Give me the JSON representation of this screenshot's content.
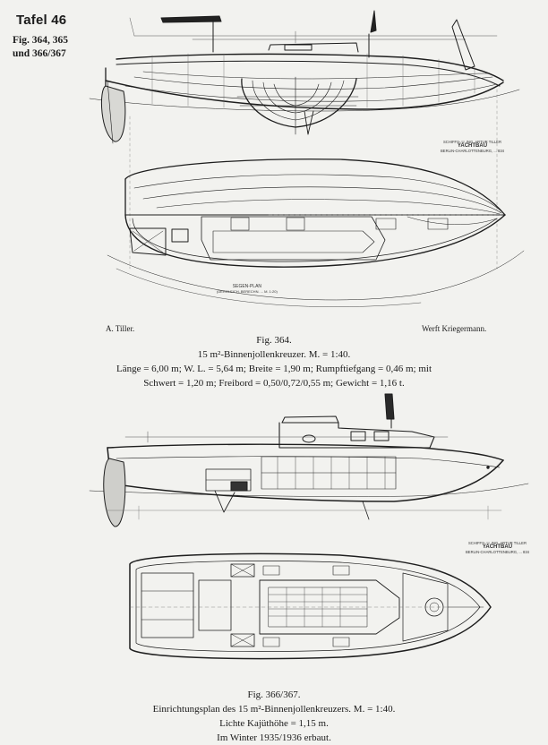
{
  "plate": {
    "title": "Tafel 46",
    "figures_line1": "Fig. 364, 365",
    "figures_line2": "und 366/367"
  },
  "credits": {
    "designer": "A. Tiller.",
    "builder": "Werft Kriegermann."
  },
  "stamp": {
    "line1": "SCHIFFS- U. ING. ARTUR TILLER",
    "line2": "YACHTBAU",
    "line3": "BERLIN-CHARLOTTENBURG, ... 834"
  },
  "sail_plan_label": {
    "title": "SEGEN-PLAN",
    "subtitle": "(DERGLEICH. BERECHN. ... M. 1:20)"
  },
  "figure_364": {
    "label": "Fig. 364.",
    "line1": "15 m²-Binnenjollenkreuzer. M. = 1:40.",
    "line2": "Länge = 6,00 m; W. L. = 5,64 m; Breite = 1,90 m; Rumpftiefgang = 0,46 m; mit",
    "line3": "Schwert = 1,20 m; Freibord = 0,50/0,72/0,55 m; Gewicht = 1,16 t."
  },
  "figure_366": {
    "label": "Fig. 366/367.",
    "line1": "Einrichtungsplan des 15 m²-Binnenjollenkreuzers. M. = 1:40.",
    "line2": "Lichte Kajüthöhe = 1,15 m.",
    "line3": "Im Winter 1935/1936 erbaut."
  },
  "colors": {
    "paper": "#f2f2ef",
    "ink": "#1b1b1b"
  }
}
